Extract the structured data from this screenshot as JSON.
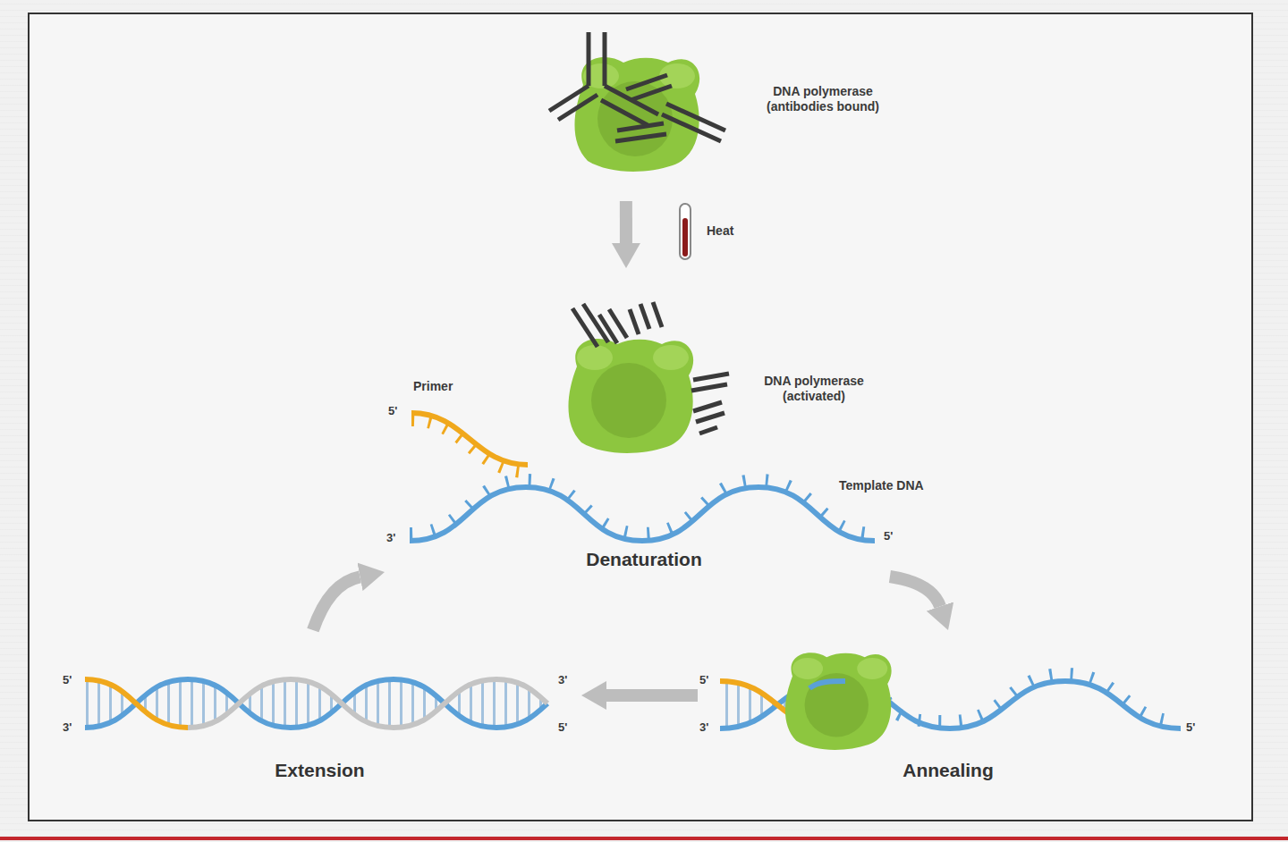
{
  "diagram": {
    "nodes": [
      {
        "text": [
          "DNA polymerase (antibodies bound)"
        ]
      },
      {
        "text": [
          "DNA polymerase (activated)"
        ]
      },
      {
        "text": [
          "Denaturation"
        ]
      },
      {
        "text": [
          "Annealing"
        ]
      },
      {
        "text": [
          "Extension"
        ]
      }
    ],
    "edges": [
      {
        "from": 0,
        "to": 1,
        "arrow": "to",
        "label": "Heat"
      },
      {
        "from": 2,
        "to": 3,
        "arrow": "to"
      },
      {
        "from": 3,
        "to": 4,
        "arrow": "to"
      },
      {
        "from": 4,
        "to": 2,
        "arrow": "to"
      }
    ],
    "labels": [
      "Primer",
      "Template DNA",
      "5'",
      "3'",
      "5'",
      "5'",
      "3'",
      "5'",
      "5'",
      "3'",
      "3'",
      "5'"
    ]
  }
}
